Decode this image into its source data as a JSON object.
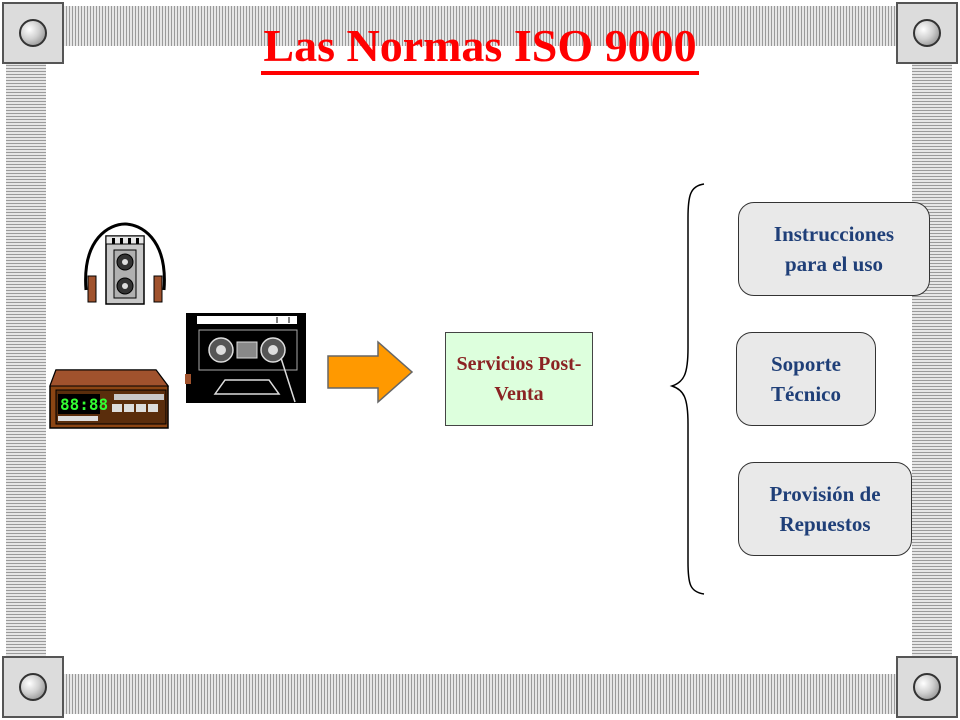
{
  "title": "Las Normas ISO 9000",
  "center_box": {
    "label": "Servicios Post-\nVenta"
  },
  "items": [
    {
      "label": "Instrucciones\npara el uso"
    },
    {
      "label": "Soporte\nTécnico"
    },
    {
      "label": "Provisión de\nRepuestos"
    }
  ],
  "icons": [
    "walkman-icon",
    "cassette-icon",
    "clock-radio-icon",
    "arrow-icon",
    "curly-brace-icon"
  ],
  "clock_display": "88:88",
  "colors": {
    "title": "#ff0000",
    "center_fill": "#ddffdd",
    "center_text": "#8b2323",
    "item_text": "#1f3f78",
    "item_fill": "#e9e9e9",
    "arrow": "#ff9900"
  }
}
